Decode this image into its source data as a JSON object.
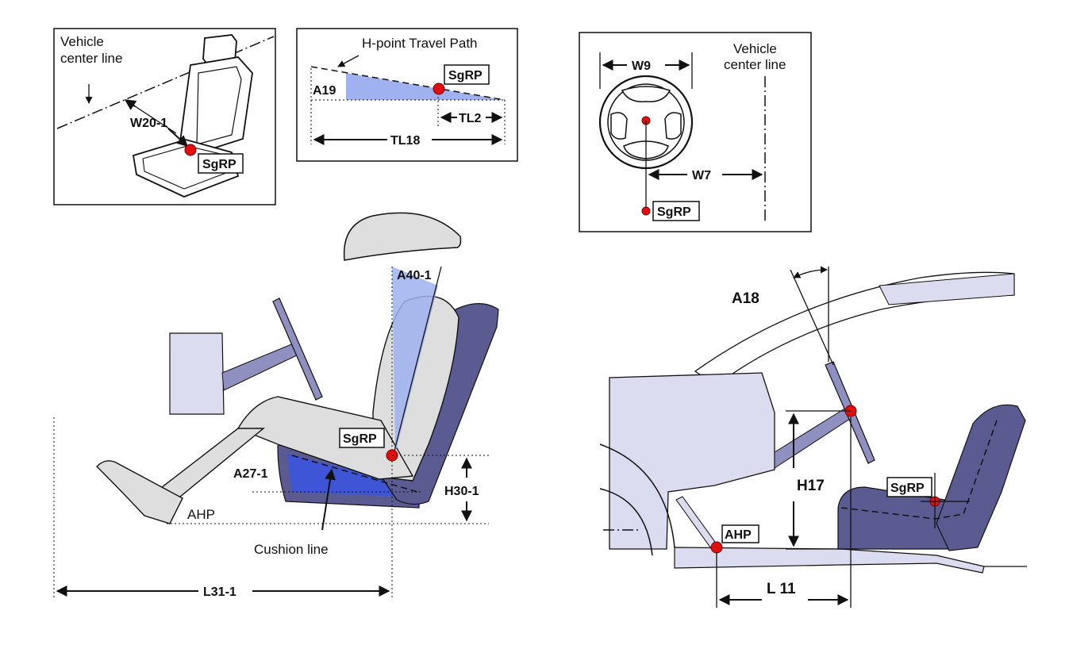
{
  "labels": {
    "vehicle_center_line_1": [
      "Vehicle",
      "center line"
    ],
    "w20_1": "W20-1",
    "sgrp": "SgRP",
    "h_point_travel_path": "H-point Travel Path",
    "a19": "A19",
    "tl2": "TL2",
    "tl18": "TL18",
    "w9": "W9",
    "vehicle_center_line_2": [
      "Vehicle",
      "center line"
    ],
    "w7": "W7",
    "a40_1": "A40-1",
    "a27_1": "A27-1",
    "h30_1": "H30-1",
    "ahp": "AHP",
    "cushion_line": "Cushion line",
    "l31_1": "L31-1",
    "a18": "A18",
    "h17": "H17",
    "l11": "L 11"
  },
  "colors": {
    "seat_dark": "#5b5b92",
    "light_blue": "#9fb2ef",
    "mid_blue": "#3e55d6",
    "body_gray": "#dedede",
    "car_light": "#dcdcf0",
    "point_red": "#e01010"
  },
  "icons": [
    "seat-icon",
    "steering-wheel-icon",
    "driver-icon",
    "car-side-icon"
  ]
}
